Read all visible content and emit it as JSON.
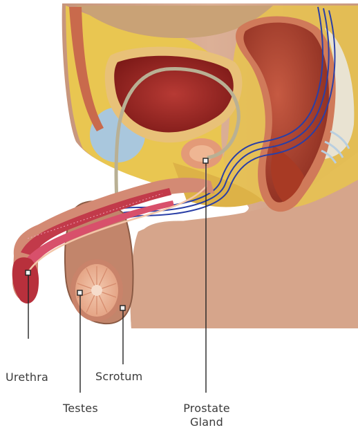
{
  "labels": {
    "urethra": "Urethra",
    "testes": "Testes",
    "scrotum": "Scrotum",
    "prostate_line1": "Prostate",
    "prostate_line2": "Gland"
  }
}
